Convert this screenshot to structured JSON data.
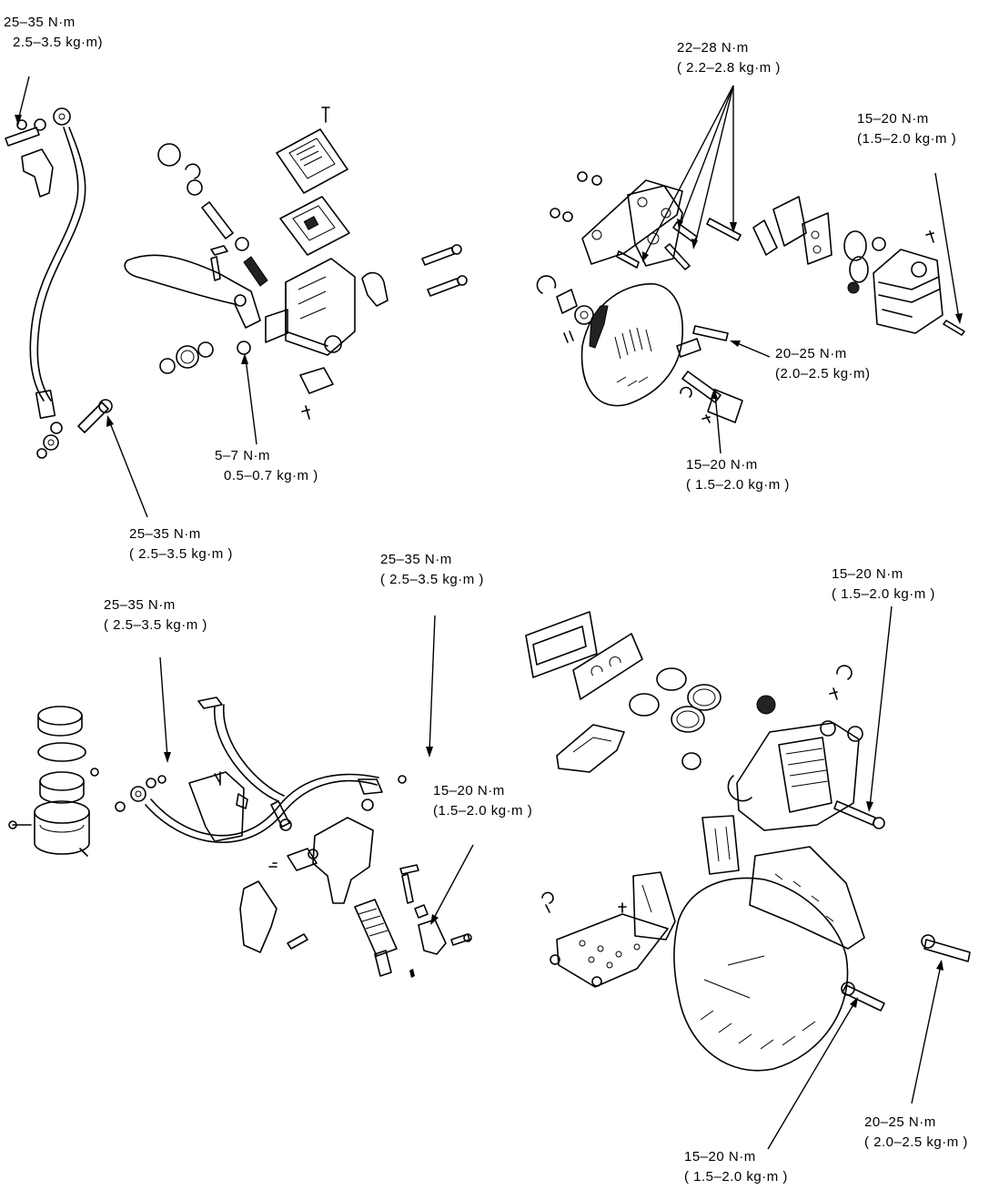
{
  "torque_callouts": [
    {
      "id": "hose-bolt-top-left",
      "line1": "25–35 N·m",
      "line2": "2.5–3.5 kg·m)"
    },
    {
      "id": "caliper-mount-bolts",
      "line1": "22–28 N·m",
      "line2": "( 2.2–2.8 kg·m )"
    },
    {
      "id": "caliper-pin-bolt-top",
      "line1": "15–20 N·m",
      "line2": "(1.5–2.0 kg·m )"
    },
    {
      "id": "caliper-pivot-bolt-top",
      "line1": "20–25 N·m",
      "line2": "(2.0–2.5 kg·m)"
    },
    {
      "id": "pad-pin-bolt-top",
      "line1": "15–20 N·m",
      "line2": "( 1.5–2.0 kg·m )"
    },
    {
      "id": "lever-pivot-nut",
      "line1": "5–7 N·m",
      "line2": "0.5–0.7 kg·m )"
    },
    {
      "id": "hose-bolt-lower-left",
      "line1": "25–35 N·m",
      "line2": "( 2.5–3.5 kg·m )"
    },
    {
      "id": "rear-hose-bolt-right",
      "line1": "25–35 N·m",
      "line2": "( 2.5–3.5 kg·m )"
    },
    {
      "id": "rear-hose-bolt-left",
      "line1": "25–35 N·m",
      "line2": "( 2.5–3.5 kg·m )"
    },
    {
      "id": "rear-master-mount",
      "line1": "15–20 N·m",
      "line2": "(1.5–2.0 kg·m )"
    },
    {
      "id": "rear-caliper-pin",
      "line1": "15–20 N·m",
      "line2": "( 1.5–2.0 kg·m )"
    },
    {
      "id": "rear-caliper-pivot",
      "line1": "20–25 N·m",
      "line2": "( 2.0–2.5 kg·m )"
    },
    {
      "id": "rear-pad-pin",
      "line1": "15–20 N·m",
      "line2": "( 1.5–2.0 kg·m )"
    }
  ]
}
